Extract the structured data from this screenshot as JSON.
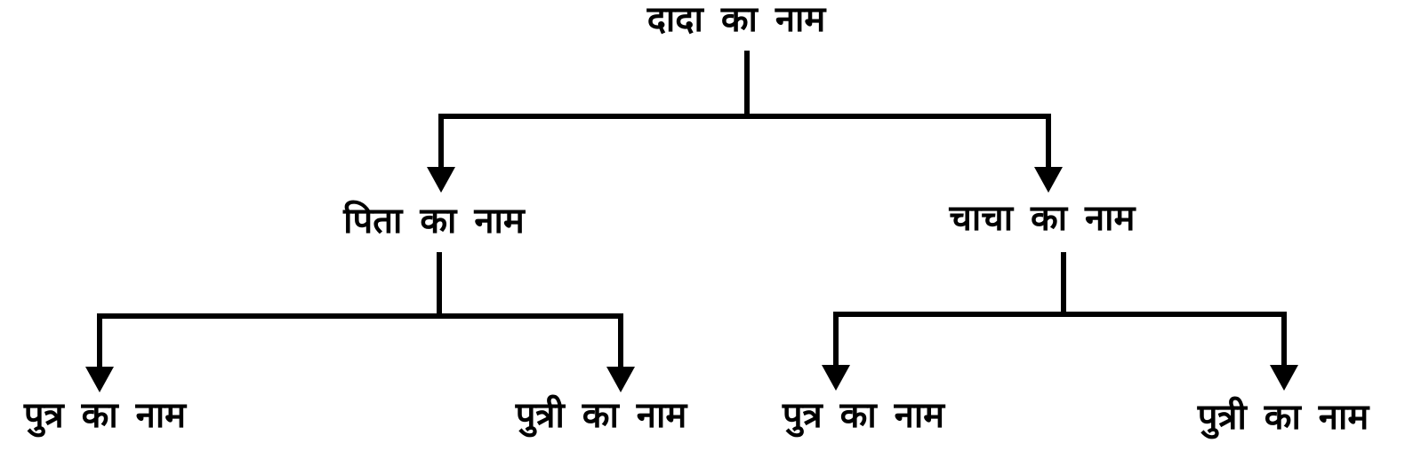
{
  "tree": {
    "root": {
      "label": "दादा का नाम"
    },
    "children": [
      {
        "label": "पिता का नाम",
        "children": [
          {
            "label": "पुत्र का नाम"
          },
          {
            "label": "पुत्री का नाम"
          }
        ]
      },
      {
        "label": "चाचा का नाम",
        "children": [
          {
            "label": "पुत्र का नाम"
          },
          {
            "label": "पुत्री का नाम"
          }
        ]
      }
    ]
  },
  "colors": {
    "line": "#000000",
    "text": "#000000",
    "background": "#ffffff"
  }
}
